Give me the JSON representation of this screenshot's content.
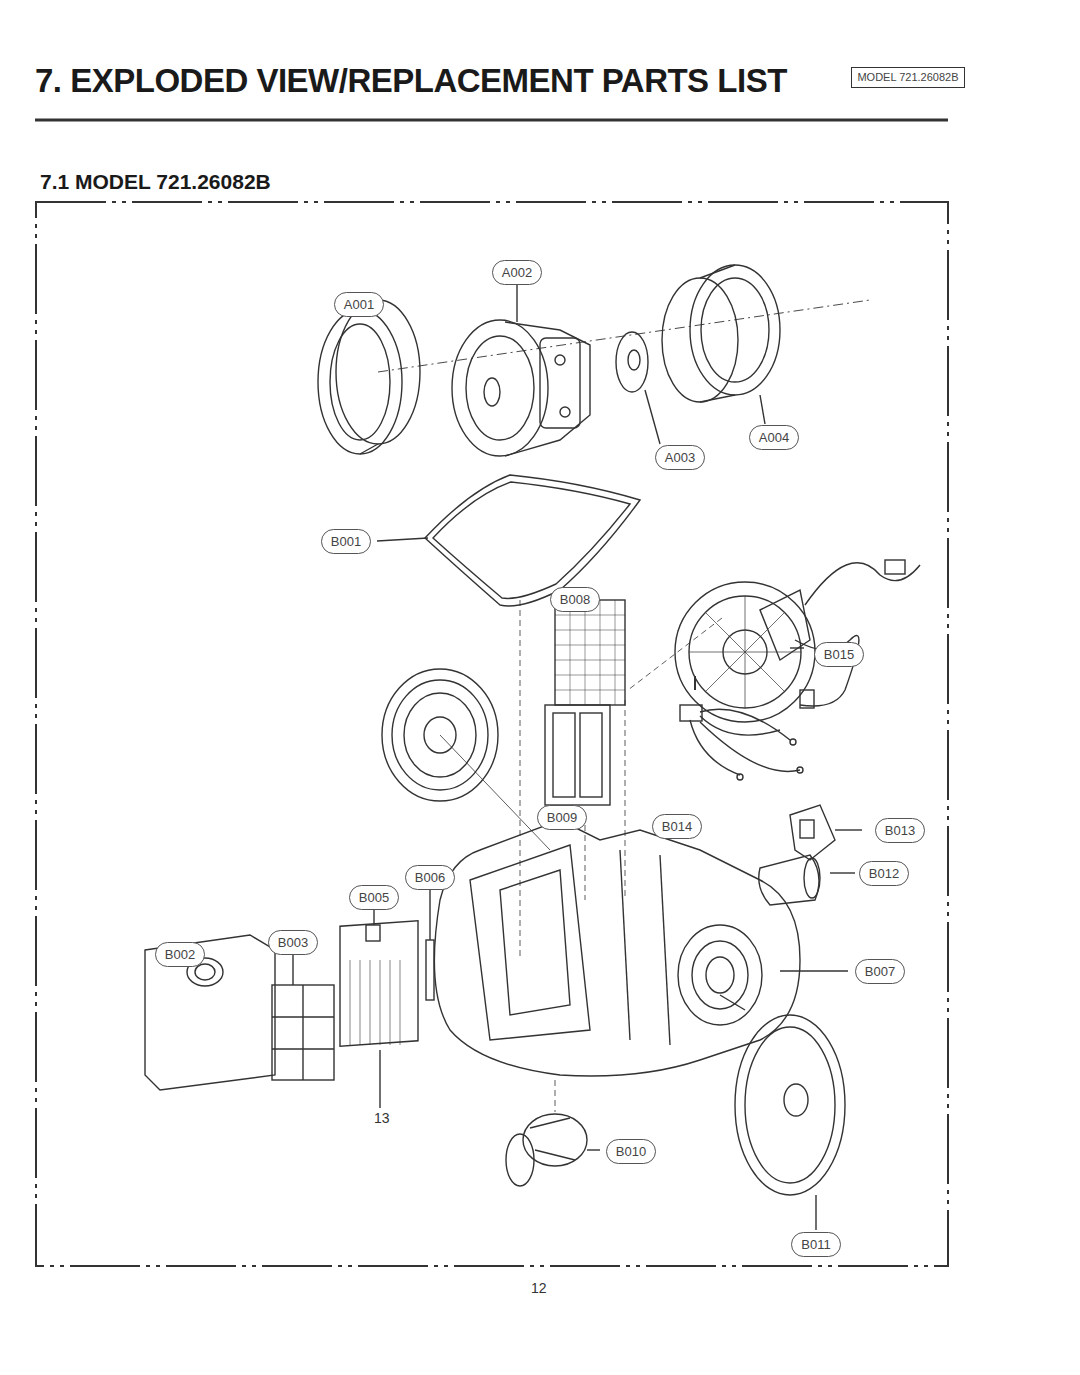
{
  "diagram": {
    "title": "7. EXPLODED VIEW/REPLACEMENT PARTS LIST",
    "nodes": [
      {
        "text": [
          "MODEL 721.26082B"
        ]
      },
      {
        "text": [
          "A002"
        ]
      },
      {
        "text": [
          "A001"
        ]
      },
      {
        "text": [
          "A004"
        ]
      },
      {
        "text": [
          "A003"
        ]
      },
      {
        "text": [
          "B001"
        ]
      },
      {
        "text": [
          "B008"
        ]
      },
      {
        "text": [
          "B015"
        ]
      },
      {
        "text": [
          "B009"
        ]
      },
      {
        "text": [
          "B014"
        ]
      },
      {
        "text": [
          "B013"
        ]
      },
      {
        "text": [
          "B006"
        ]
      },
      {
        "text": [
          "B005"
        ]
      },
      {
        "text": [
          "B012"
        ]
      },
      {
        "text": [
          "B003"
        ]
      },
      {
        "text": [
          "B002"
        ]
      },
      {
        "text": [
          "B007"
        ]
      },
      {
        "text": [
          "B010"
        ]
      },
      {
        "text": [
          "B011"
        ]
      }
    ],
    "labels": [
      "7.1 MODEL 721.26082B",
      "13",
      "12"
    ]
  }
}
